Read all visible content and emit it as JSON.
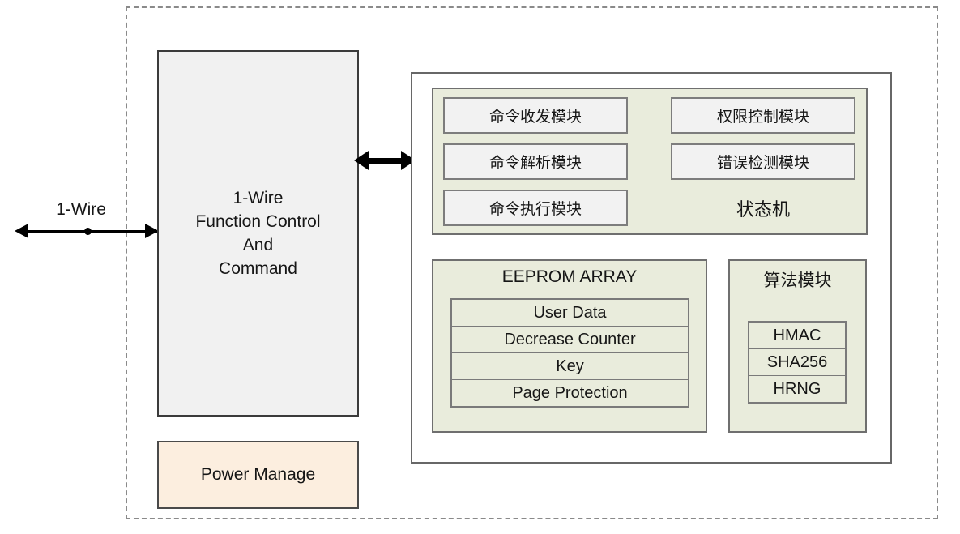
{
  "diagram": {
    "chip_boundary": {
      "style": "dashed",
      "color": "#8a8a8a"
    },
    "external_interface": {
      "label": "1-Wire",
      "bus_icon": "bidirectional-arrow-icon",
      "junction_icon": "junction-dot-icon"
    },
    "onewire_block": {
      "label": "1-Wire\nFunction Control\nAnd\nCommand",
      "fill": "#f1f1f1"
    },
    "power_block": {
      "label": "Power Manage",
      "fill": "#fceedf"
    },
    "interconnect": {
      "icon": "bidirectional-arrow-icon"
    },
    "core": {
      "fill": "#ffffff",
      "command_panel": {
        "fill": "#e9ecdc",
        "left_modules": [
          {
            "label": "命令收发模块"
          },
          {
            "label": "命令解析模块"
          },
          {
            "label": "命令执行模块"
          }
        ],
        "right_modules": [
          {
            "label": "权限控制模块"
          },
          {
            "label": "错误检测模块"
          }
        ],
        "state_machine_label": "状态机"
      },
      "eeprom_panel": {
        "title": "EEPROM ARRAY",
        "fill": "#e9ecdc",
        "rows": [
          {
            "label": "User Data"
          },
          {
            "label": "Decrease Counter"
          },
          {
            "label": "Key"
          },
          {
            "label": "Page Protection"
          }
        ]
      },
      "algo_panel": {
        "title": "算法模块",
        "fill": "#e9ecdc",
        "rows": [
          {
            "label": "HMAC"
          },
          {
            "label": "SHA256"
          },
          {
            "label": "HRNG"
          }
        ]
      }
    }
  }
}
